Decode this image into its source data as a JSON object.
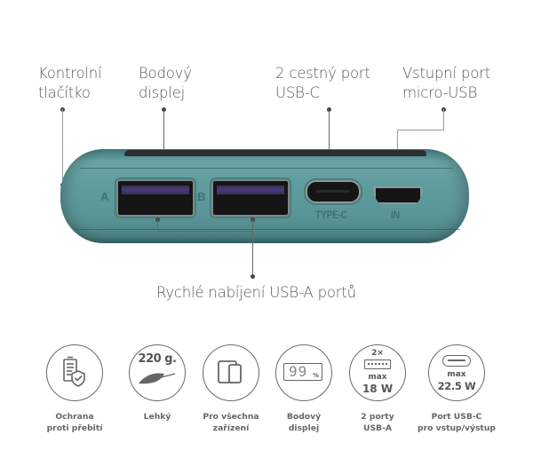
{
  "callouts": {
    "control_button": {
      "line1": "Kontrolní",
      "line2": "tlačítko"
    },
    "dot_display": {
      "line1": "Bodový",
      "line2": "displej"
    },
    "usb_c": {
      "line1": "2 cestný port",
      "line2": "USB-C"
    },
    "micro_usb": {
      "line1": "Vstupní port",
      "line2": "micro-USB"
    },
    "fast_charge": "Rychlé nabíjení USB-A portů"
  },
  "device": {
    "body_color": "#5f9c9e",
    "port_a_label": "A",
    "port_b_label": "B",
    "type_c_label": "TYPE-C",
    "in_label": "IN"
  },
  "features": [
    {
      "icon": "battery-shield-icon",
      "line1": "Ochrana",
      "line2": "proti přebití"
    },
    {
      "icon": "feather-icon",
      "badge": "220 g.",
      "line1": "Lehký",
      "line2": ""
    },
    {
      "icon": "devices-icon",
      "line1": "Pro všechna",
      "line2": "zařízení"
    },
    {
      "icon": "dot-display-icon",
      "display_value": "99",
      "display_unit": "%",
      "line1": "Bodový",
      "line2": "displej"
    },
    {
      "icon": "usb-a-icon",
      "count": "2×",
      "max": "max",
      "power": "18 W",
      "line1": "2 porty",
      "line2": "USB-A"
    },
    {
      "icon": "usb-c-icon",
      "max": "max",
      "power": "22.5 W",
      "line1": "Port USB-C",
      "line2": "pro vstup/výstup"
    }
  ]
}
